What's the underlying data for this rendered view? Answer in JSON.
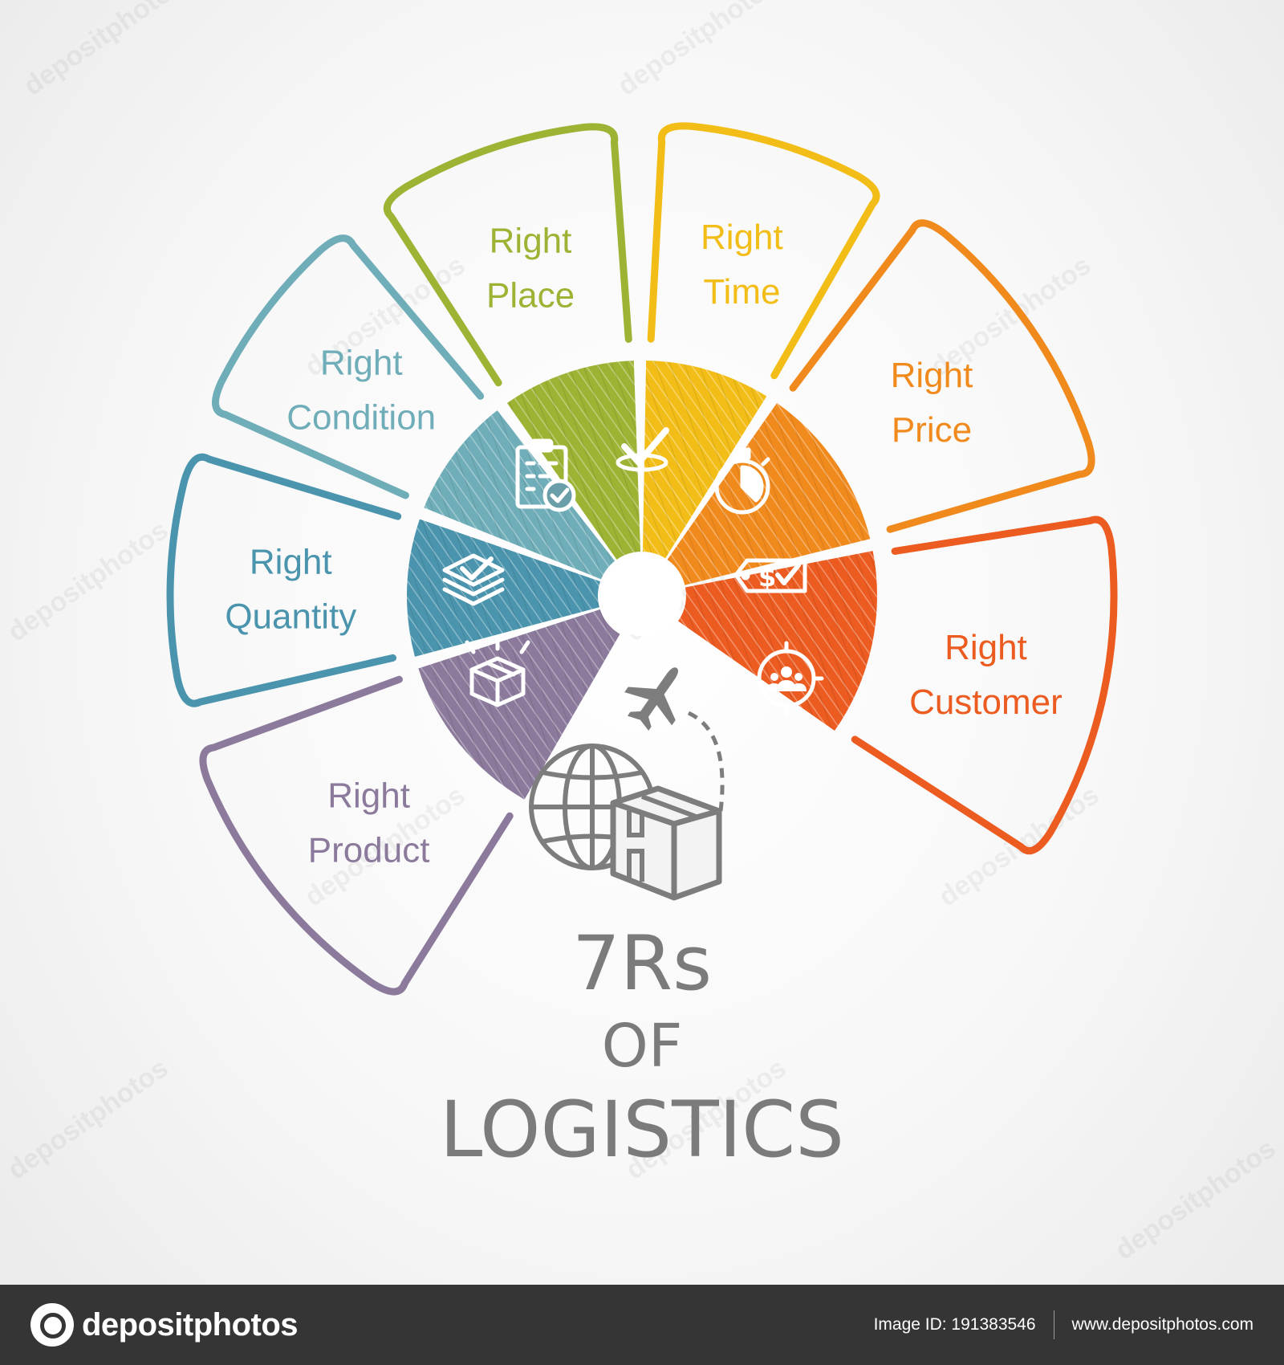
{
  "diagram": {
    "segments": [
      {
        "id": "product",
        "line1": "Right",
        "line2": "Product",
        "color": "#8b7a9b",
        "icon": "package-icon"
      },
      {
        "id": "quantity",
        "line1": "Right",
        "line2": "Quantity",
        "color": "#4a94ad",
        "icon": "stacked-layers-check-icon"
      },
      {
        "id": "condition",
        "line1": "Right",
        "line2": "Condition",
        "color": "#6fadb8",
        "icon": "checklist-clipboard-icon"
      },
      {
        "id": "place",
        "line1": "Right",
        "line2": "Place",
        "color": "#9cb334",
        "icon": "location-check-icon"
      },
      {
        "id": "time",
        "line1": "Right",
        "line2": "Time",
        "color": "#f2bd17",
        "icon": "stopwatch-icon"
      },
      {
        "id": "price",
        "line1": "Right",
        "line2": "Price",
        "color": "#f18a1d",
        "icon": "price-tag-icon"
      },
      {
        "id": "customer",
        "line1": "Right",
        "line2": "Customer",
        "color": "#ec5b20",
        "icon": "customers-target-icon"
      }
    ],
    "center_icon": "global-shipping-icon",
    "title": {
      "line1": "7Rs",
      "line2": "OF",
      "line3": "LOGISTICS"
    },
    "icon_color": "#7d7d7d"
  },
  "watermark": {
    "text": "depositphotos"
  },
  "footer": {
    "brand": "depositphotos",
    "image_id": "Image ID: 191383546",
    "website": "www.depositphotos.com"
  }
}
